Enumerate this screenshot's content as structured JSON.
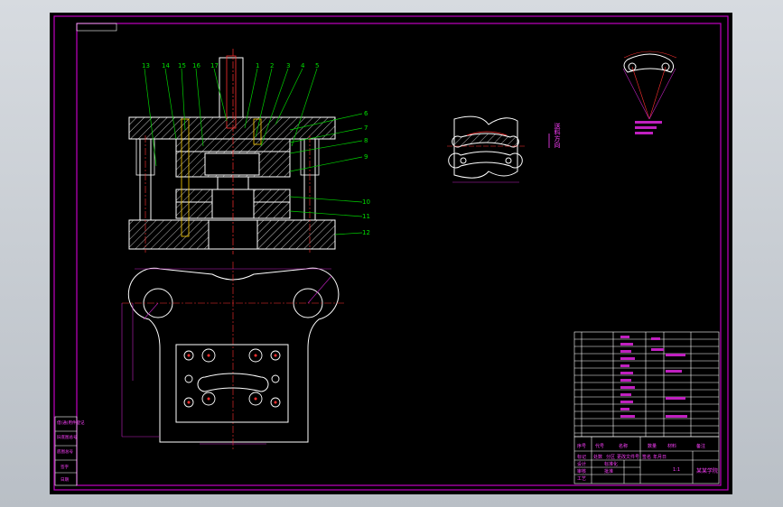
{
  "drawing": {
    "part_numbers_top": [
      "13",
      "14",
      "15",
      "16",
      "17",
      "1",
      "2",
      "3",
      "4",
      "5"
    ],
    "part_numbers_right": [
      "6",
      "7",
      "8",
      "9",
      "10",
      "11",
      "12"
    ],
    "vertical_label": "送料方向",
    "title_block": {
      "company": "某某学院",
      "row_labels": [
        "标记",
        "处数",
        "分区",
        "更改文件号",
        "签名",
        "年月日"
      ],
      "roles": [
        "设计",
        "审核",
        "工艺",
        "标准化",
        "批准"
      ],
      "scale": "1:1",
      "header": [
        "序号",
        "代号",
        "名称",
        "数量",
        "材料",
        "备注"
      ]
    },
    "left_stamp": [
      "借(通)用件登记",
      "旧底图总号",
      "底图总号",
      "签字",
      "日期"
    ]
  },
  "colors": {
    "background": "#000000",
    "frame": "#c000c0",
    "outline": "#ffffff",
    "hatch": "#cfcfcf",
    "leader": "#00d000",
    "centerline": "#ff3030",
    "dimension": "#c020c0"
  }
}
